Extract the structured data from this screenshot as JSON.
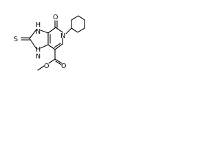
{
  "molecule": {
    "atoms": {
      "S": "S",
      "N1H": "N",
      "H1": "H",
      "N3H": "N",
      "H3": "H",
      "O_keto": "O",
      "N5": "N",
      "O_ester_carbonyl": "O",
      "O_ester_ether": "O"
    },
    "substituents": [
      "cyclohexyl",
      "methyl ester",
      "thioxo",
      "oxo"
    ]
  }
}
